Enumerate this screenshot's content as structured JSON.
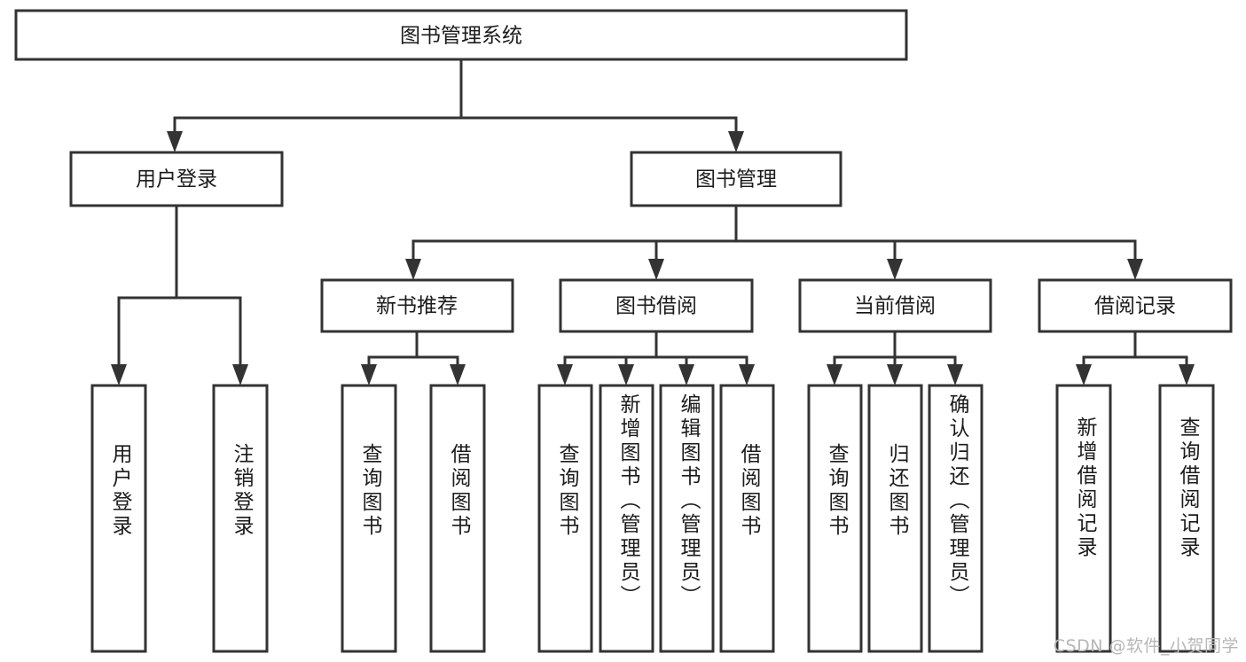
{
  "diagram": {
    "type": "hierarchy-tree",
    "title": "图书管理系统",
    "orientation": "top-down",
    "colors": {
      "box_stroke": "#333333",
      "box_fill": "#ffffff",
      "text": "#1b1b1b",
      "connector": "#333333",
      "watermark": "#b7b7b7"
    },
    "root": {
      "label": "图书管理系统"
    },
    "level2": [
      {
        "label": "用户登录"
      },
      {
        "label": "图书管理"
      }
    ],
    "level3": [
      {
        "label": "新书推荐"
      },
      {
        "label": "图书借阅"
      },
      {
        "label": "当前借阅"
      },
      {
        "label": "借阅记录"
      }
    ],
    "leaves": {
      "user_login": [
        {
          "label": "用户登录"
        },
        {
          "label": "注销登录"
        }
      ],
      "new_book_recommend": [
        {
          "label": "查询图书"
        },
        {
          "label": "借阅图书"
        }
      ],
      "book_borrow": [
        {
          "label": "查询图书"
        },
        {
          "label": "新增图书（管理员）"
        },
        {
          "label": "编辑图书（管理员）"
        },
        {
          "label": "借阅图书"
        }
      ],
      "current_borrow": [
        {
          "label": "查询图书"
        },
        {
          "label": "归还图书"
        },
        {
          "label": "确认归还（管理员）"
        }
      ],
      "borrow_record": [
        {
          "label": "新增借阅记录"
        },
        {
          "label": "查询借阅记录"
        }
      ]
    }
  },
  "watermark": {
    "text": "CSDN @软件_小贺同学"
  }
}
